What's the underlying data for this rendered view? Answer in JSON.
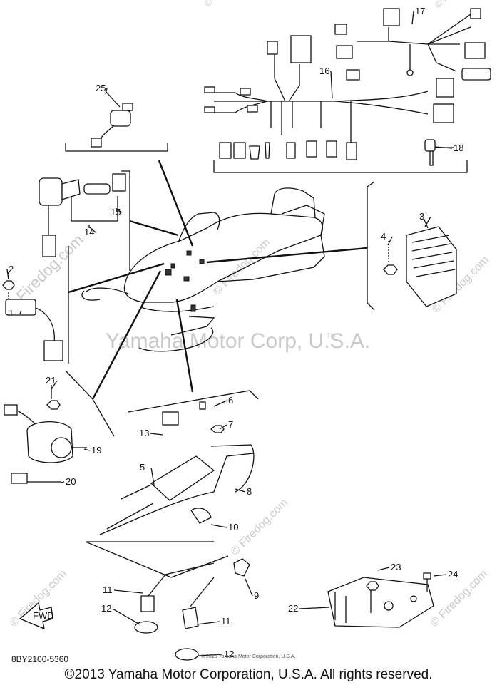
{
  "watermark": {
    "brand": "© Firedog.com",
    "center": "Yamaha Motor Corp, U.S.A.",
    "tm": "TM"
  },
  "callouts": [
    "1",
    "2",
    "3",
    "4",
    "5",
    "6",
    "7",
    "8",
    "9",
    "10",
    "11",
    "11",
    "12",
    "12",
    "13",
    "14",
    "15",
    "16",
    "17",
    "18",
    "19",
    "20",
    "21",
    "22",
    "23",
    "24",
    "25"
  ],
  "diagram_code": "8BY2100-5360",
  "fwd_label": "FWD",
  "small_credit": "© 2015 Yamaha Motor Corporation, U.S.A.",
  "copyright": "©2013 Yamaha Motor Corporation, U.S.A. All rights reserved."
}
